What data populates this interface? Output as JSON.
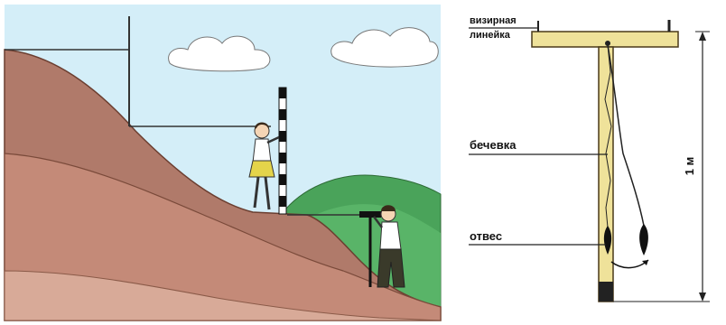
{
  "labels": {
    "sight_ruler_line1": "визирная",
    "sight_ruler_line2": "линейка",
    "string": "бечевка",
    "plumb": "отвес",
    "height": "1 м"
  },
  "colors": {
    "sky": "#d4eef8",
    "hill_top": "#b07a6a",
    "hill_mid": "#c48a78",
    "hill_low": "#d8aa98",
    "grass": "#4aa35a",
    "wood": "#efe29a",
    "wood_edge": "#4a3a1a"
  }
}
